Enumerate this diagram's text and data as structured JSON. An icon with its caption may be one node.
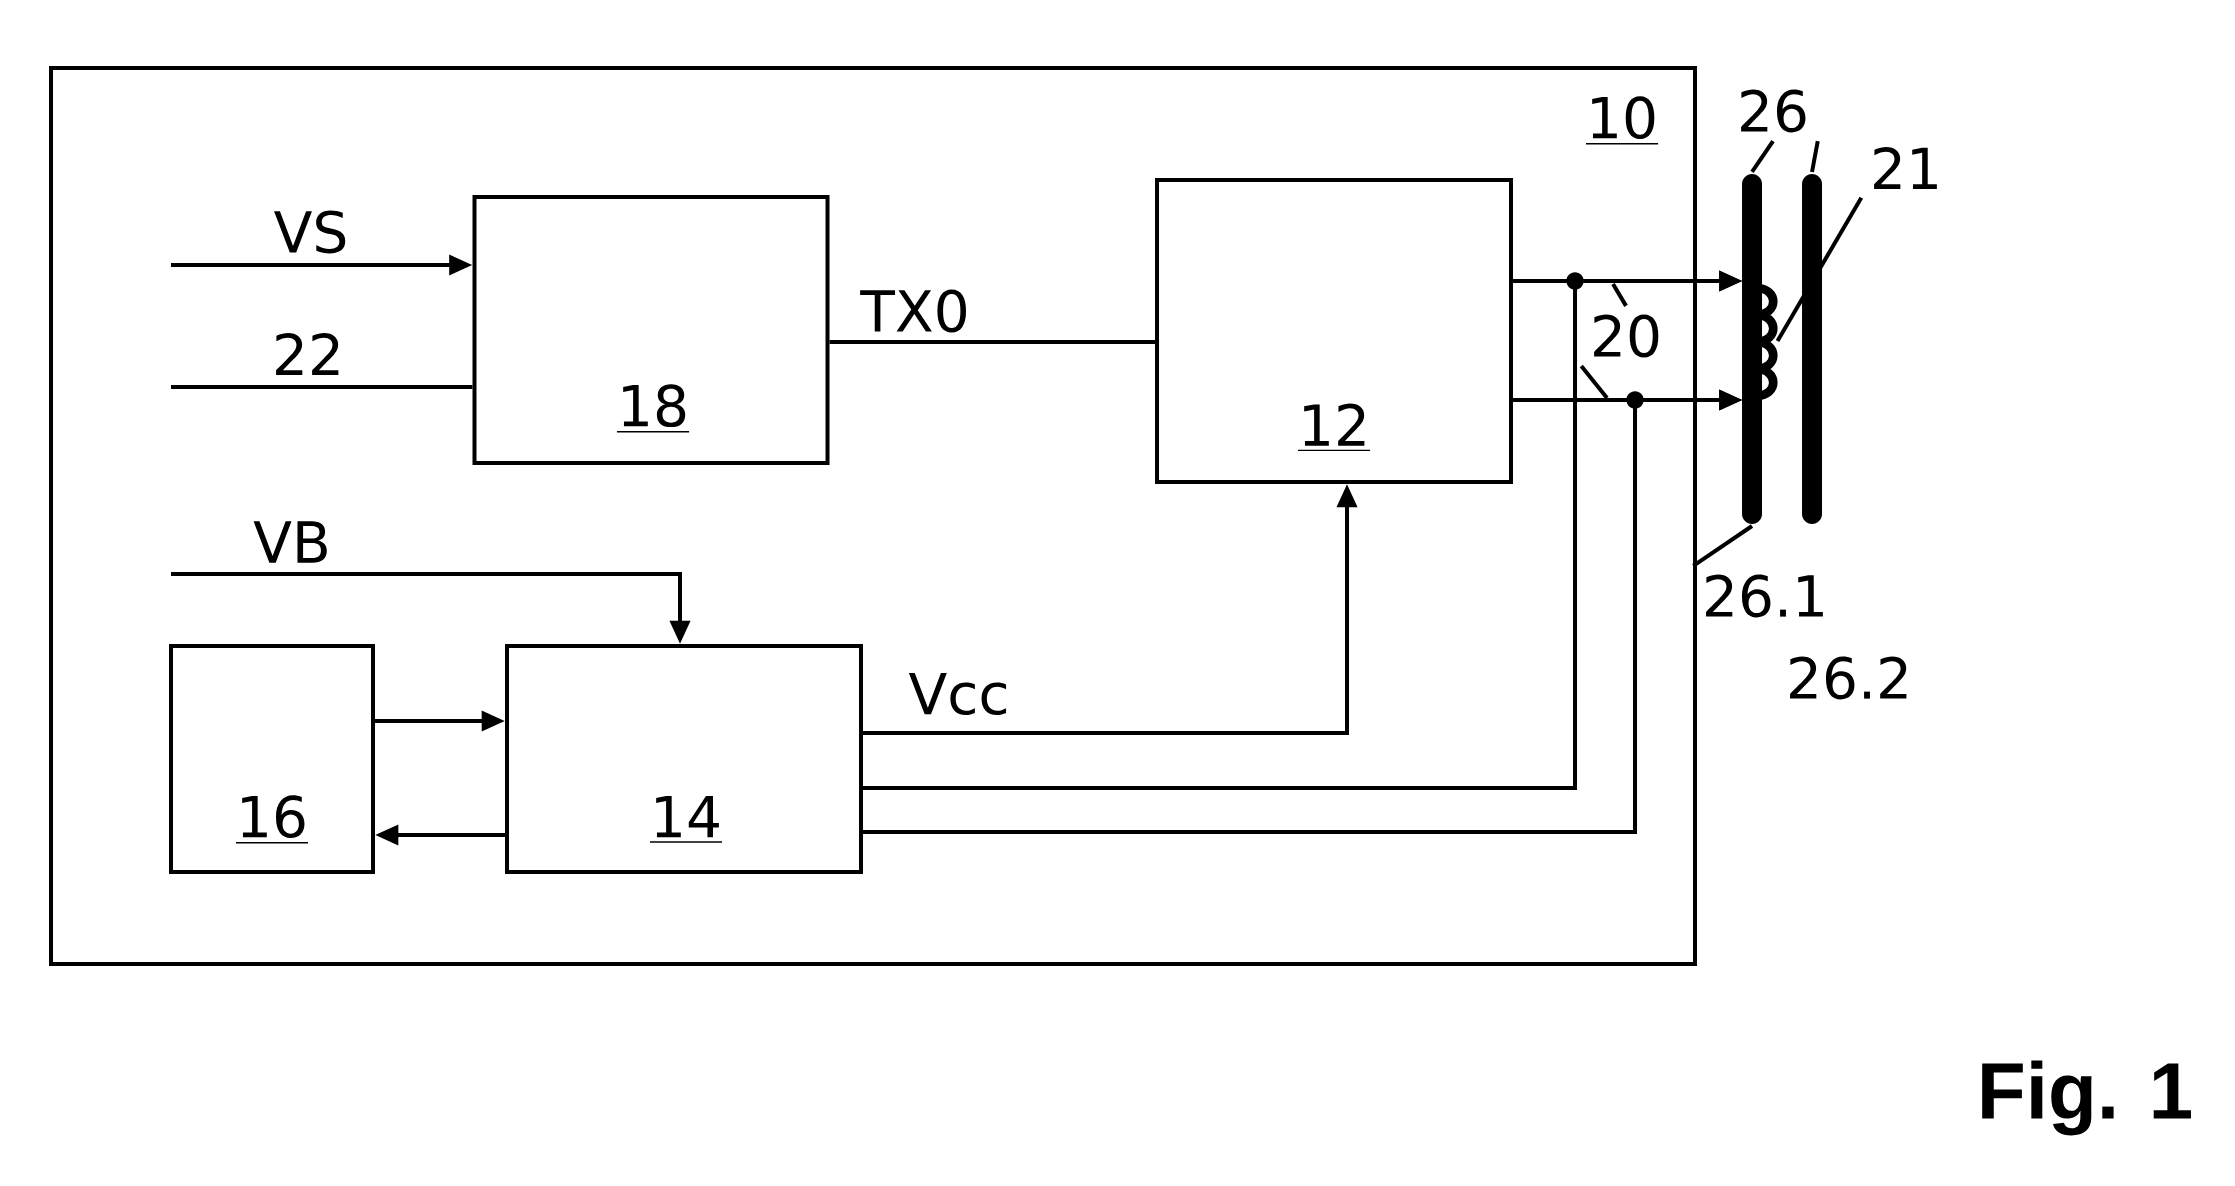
{
  "diagram": {
    "caption": "Fig. 1",
    "nodes": [
      {
        "text": [
          "10"
        ]
      },
      {
        "text": [
          "18"
        ],
        "in": 0
      },
      {
        "text": [
          "12"
        ],
        "in": 0
      },
      {
        "text": [
          "16"
        ],
        "in": 0
      },
      {
        "text": [
          "14"
        ],
        "in": 0
      },
      {
        "text": [
          "26"
        ]
      },
      {
        "text": [],
        "shape": "bar"
      },
      {
        "text": [],
        "shape": "bar"
      },
      {
        "text": [
          "21"
        ]
      },
      {
        "text": [],
        "shape": "coil"
      },
      {
        "text": [
          "26.1"
        ]
      },
      {
        "text": [
          "20"
        ],
        "in": 0
      }
    ],
    "edges": [
      {
        "from": null,
        "to": 1,
        "arrow": "to",
        "label": "VS"
      },
      {
        "from": null,
        "to": 1,
        "arrow": "none",
        "label": "22"
      },
      {
        "from": 1,
        "to": 2,
        "arrow": "none",
        "label": "TX0"
      },
      {
        "from": null,
        "to": 4,
        "arrow": "to",
        "label": "VB"
      },
      {
        "from": 3,
        "to": 4,
        "arrow": "to"
      },
      {
        "from": 4,
        "to": 3,
        "arrow": "to"
      },
      {
        "from": 4,
        "to": 2,
        "arrow": "to",
        "label": "Vcc"
      },
      {
        "from": 2,
        "to": 9,
        "arrow": "to"
      },
      {
        "from": 2,
        "to": 9,
        "arrow": "to"
      },
      {
        "from": 4,
        "to": 9,
        "arrow": "to"
      },
      {
        "from": 4,
        "to": 9,
        "arrow": "to"
      },
      {
        "from": 5,
        "to": 6,
        "arrow": "none"
      },
      {
        "from": 5,
        "to": 7,
        "arrow": "none"
      },
      {
        "from": 8,
        "to": 9,
        "arrow": "none"
      },
      {
        "from": 10,
        "to": 6,
        "arrow": "none"
      },
      {
        "from": 11,
        "to": null,
        "arrow": "none"
      },
      {
        "from": 11,
        "to": null,
        "arrow": "none"
      }
    ],
    "labels": [
      "26.2"
    ]
  }
}
